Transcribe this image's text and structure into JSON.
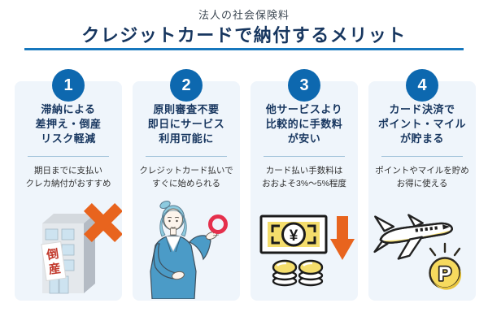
{
  "header": {
    "category": "法人の社会保険料",
    "title": "クレジットカードで納付するメリット"
  },
  "colors": {
    "title_navy": "#17365f",
    "underline_blue": "#1677bd",
    "badge_blue": "#0d68af",
    "card_bg": "#eff5fb",
    "orange_accent": "#e8641e",
    "red_circle": "#e5304c",
    "sign_red": "#c23b2e",
    "money_yellow": "#f4dd6c",
    "suit_blue": "#4b9bc7",
    "hair_blue": "#8ccadf"
  },
  "cards": [
    {
      "number": "1",
      "title": "滞納による\n差押え・倒産\nリスク軽減",
      "desc": "期日までに支払い\nクレカ納付がおすすめ",
      "illustration": "bankruptcy-building-with-x-icon",
      "sign_chars": [
        "倒",
        "産"
      ]
    },
    {
      "number": "2",
      "title": "原則審査不要\n即日にサービス\n利用可能に",
      "desc": "クレジットカード払いで\nすぐに始められる",
      "illustration": "businessperson-with-ok-circle-icon"
    },
    {
      "number": "3",
      "title": "他サービスより\n比較的に手数料\nが安い",
      "desc": "カード払い手数料は\nおおよそ3%〜5%程度",
      "illustration": "yen-bill-coins-down-arrow-icon",
      "currency_symbol": "¥"
    },
    {
      "number": "4",
      "title": "カード決済で\nポイント・マイル\nが貯まる",
      "desc": "ポイントやマイルを貯め\nお得に使える",
      "illustration": "airplane-point-coin-icon",
      "coin_letter": "P"
    }
  ]
}
